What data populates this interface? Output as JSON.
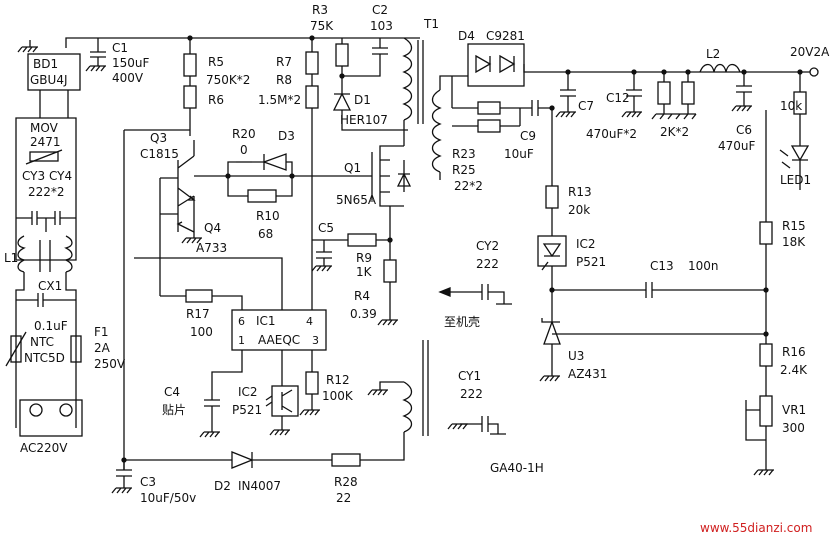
{
  "labels": {
    "bd1": "BD1",
    "gbu4j": "GBU4J",
    "c1": "C1",
    "c1_val": "150uF",
    "c1_v": "400V",
    "mov": "MOV",
    "mov_val": "2471",
    "cy34": "CY3 CY4",
    "cy34_val": "222*2",
    "l1": "L1",
    "cx1": "CX1",
    "cx1_val": "0.1uF",
    "ntc": "NTC",
    "ntc_val": "NTC5D",
    "f1": "F1",
    "f1_val": "2A",
    "f1_v": "250V",
    "ac": "AC220V",
    "r5": "R5",
    "r5_val": "750K*2",
    "r6": "R6",
    "r7": "R7",
    "r8": "R8",
    "r8_val": "1.5M*2",
    "r3": "R3",
    "r3_val": "75K",
    "c2": "C2",
    "c2_val": "103",
    "t1": "T1",
    "d1": "D1",
    "d1_val": "HER107",
    "q3": "Q3",
    "q3_val": "C1815",
    "r20": "R20",
    "r20_val": "0",
    "d3": "D3",
    "r10": "R10",
    "r10_val": "68",
    "q4": "Q4",
    "a733": "A733",
    "q1": "Q1",
    "q1_val": "5N65A",
    "c5": "C5",
    "r9": "R9",
    "r9_val": "1K",
    "r4": "R4",
    "r4_val": "0.39",
    "r17": "R17",
    "r17_val": "100",
    "ic1": "IC1",
    "ic1_val": "AAEQC",
    "pin6": "6",
    "pin4": "4",
    "pin1": "1",
    "pin3": "3",
    "c4": "C4",
    "c4_val": "贴片",
    "ic2a": "IC2",
    "p521a": "P521",
    "r12": "R12",
    "r12_val": "100K",
    "c3": "C3",
    "c3_val": "10uF/50v",
    "d2": "D2",
    "d2_val": "IN4007",
    "r28": "R28",
    "r28_val": "22",
    "d4": "D4",
    "d4_val": "C9281",
    "r23": "R23",
    "r25": "R25",
    "r25_val": "22*2",
    "c9": "C9",
    "c9_val": "10uF",
    "c7": "C7",
    "c12": "C12",
    "c712_val": "470uF*2",
    "l2": "L2",
    "r_2k": "2K*2",
    "c6": "C6",
    "c6_val": "470uF",
    "out": "20V2A",
    "r_10k": "10k",
    "led1": "LED1",
    "r13": "R13",
    "r13_val": "20k",
    "ic2b": "IC2",
    "p521b": "P521",
    "r15": "R15",
    "r15_val": "18K",
    "cy2": "CY2",
    "cy2_val": "222",
    "c13": "C13",
    "c13_val": "100n",
    "chassis": "至机壳",
    "u3": "U3",
    "u3_val": "AZ431",
    "r16": "R16",
    "r16_val": "2.4K",
    "vr1": "VR1",
    "vr1_val": "300",
    "cy1": "CY1",
    "cy1_val": "222",
    "model": "GA40-1H",
    "watermark": "www.55dianzi.com"
  }
}
